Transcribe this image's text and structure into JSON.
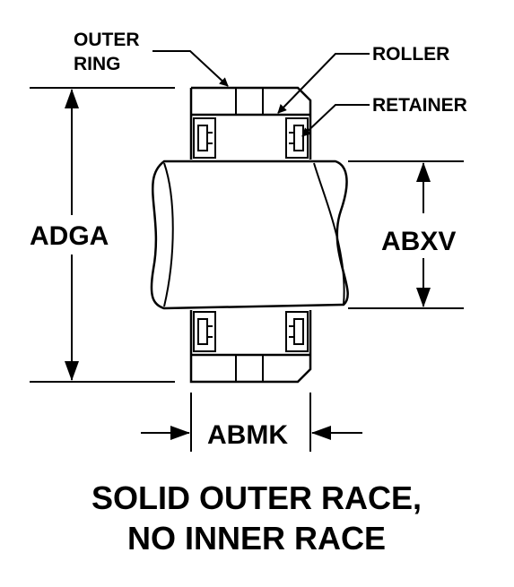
{
  "labels": {
    "outer_ring_line1": "OUTER",
    "outer_ring_line2": "RING",
    "roller": "ROLLER",
    "retainer": "RETAINER",
    "dim_adga": "ADGA",
    "dim_abxv": "ABXV",
    "dim_abmk": "ABMK"
  },
  "caption": {
    "line1": "SOLID OUTER RACE,",
    "line2": "NO INNER RACE"
  },
  "colors": {
    "ink": "#000000",
    "background": "#ffffff"
  }
}
